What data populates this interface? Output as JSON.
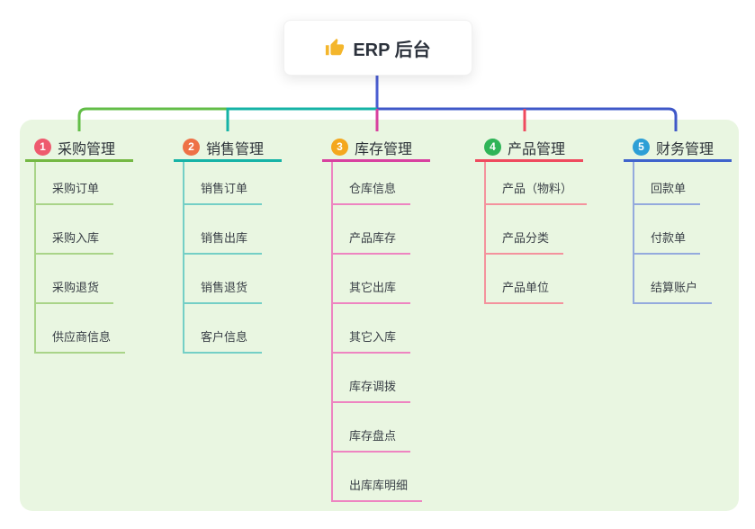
{
  "root": {
    "title": "ERP 后台",
    "icon": "thumbs-up-icon"
  },
  "branches": [
    {
      "num": "1",
      "label": "采购管理",
      "badge_color": "#ee5a6e",
      "line_color": "#74b843",
      "child_line_color": "#a9d488",
      "children": [
        "采购订单",
        "采购入库",
        "采购退货",
        "供应商信息"
      ]
    },
    {
      "num": "2",
      "label": "销售管理",
      "badge_color": "#ee7146",
      "line_color": "#16b3a6",
      "child_line_color": "#74cfc6",
      "children": [
        "销售订单",
        "销售出库",
        "销售退货",
        "客户信息"
      ]
    },
    {
      "num": "3",
      "label": "库存管理",
      "badge_color": "#f4a71d",
      "line_color": "#d8419f",
      "child_line_color": "#ee84c1",
      "children": [
        "仓库信息",
        "产品库存",
        "其它出库",
        "其它入库",
        "库存调拨",
        "库存盘点",
        "出库库明细"
      ]
    },
    {
      "num": "4",
      "label": "产品管理",
      "badge_color": "#2fb457",
      "line_color": "#ef4a5e",
      "child_line_color": "#f4929d",
      "children": [
        "产品（物料）",
        "产品分类",
        "产品单位"
      ]
    },
    {
      "num": "5",
      "label": "财务管理",
      "badge_color": "#2d9fd6",
      "line_color": "#3f63cc",
      "child_line_color": "#94aadd",
      "children": [
        "回款单",
        "付款单",
        "结算账户"
      ]
    }
  ],
  "colors": {
    "canvas_bg": "#ffffff",
    "panel_bg": "#e9f6e1",
    "root_line": "#4b5ed2",
    "connector_green": "#62bd47",
    "connector_teal": "#14b3a6",
    "connector_magenta": "#d8419f",
    "connector_red": "#ef4a5e",
    "connector_blue": "#3f58c8",
    "thumb_icon": "#f4b62c"
  }
}
